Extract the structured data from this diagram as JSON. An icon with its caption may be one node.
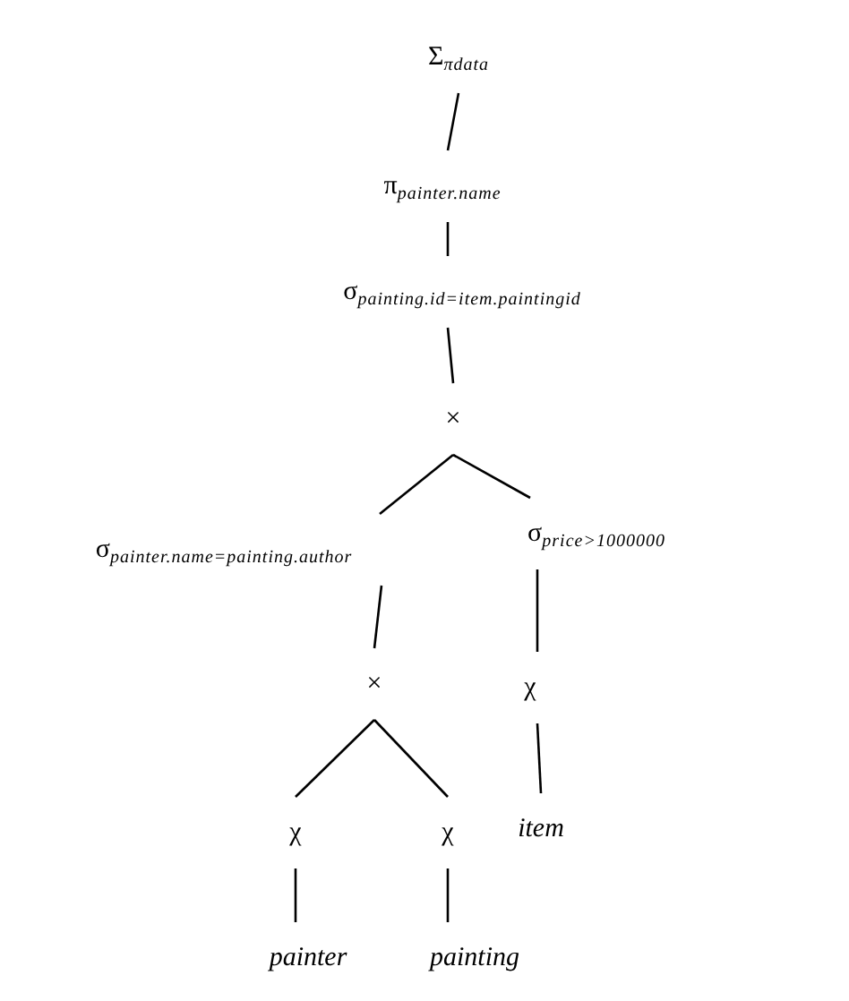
{
  "diagram": {
    "nodes": [
      {
        "text": [
          "Σ$_{π}$$_{data}$"
        ]
      },
      {
        "text": [
          "π$_{painter.name}$"
        ]
      },
      {
        "text": [
          "σ$_{painting.id=item.paintingid}$"
        ]
      },
      {
        "text": [
          "×"
        ]
      },
      {
        "text": [
          "σ$_{painter.name=painting.author}$"
        ]
      },
      {
        "text": [
          "σ$_{price>1000000}$"
        ]
      },
      {
        "text": [
          "×"
        ]
      },
      {
        "text": [
          "χ"
        ]
      },
      {
        "text": [
          "χ"
        ]
      },
      {
        "text": [
          "χ"
        ]
      },
      {
        "text": [
          "*item*"
        ]
      },
      {
        "text": [
          "*painter*"
        ]
      },
      {
        "text": [
          "*painting*"
        ]
      }
    ],
    "edges": [
      {
        "from": 0,
        "to": 1,
        "arrow": "none"
      },
      {
        "from": 1,
        "to": 2,
        "arrow": "none"
      },
      {
        "from": 2,
        "to": 3,
        "arrow": "none"
      },
      {
        "from": 3,
        "to": 4,
        "arrow": "none"
      },
      {
        "from": 3,
        "to": 5,
        "arrow": "none"
      },
      {
        "from": 4,
        "to": 6,
        "arrow": "none"
      },
      {
        "from": 5,
        "to": 7,
        "arrow": "none"
      },
      {
        "from": 6,
        "to": 8,
        "arrow": "none"
      },
      {
        "from": 6,
        "to": 9,
        "arrow": "none"
      },
      {
        "from": 7,
        "to": 10,
        "arrow": "none"
      },
      {
        "from": 8,
        "to": 11,
        "arrow": "none"
      },
      {
        "from": 9,
        "to": 12,
        "arrow": "none"
      }
    ]
  }
}
